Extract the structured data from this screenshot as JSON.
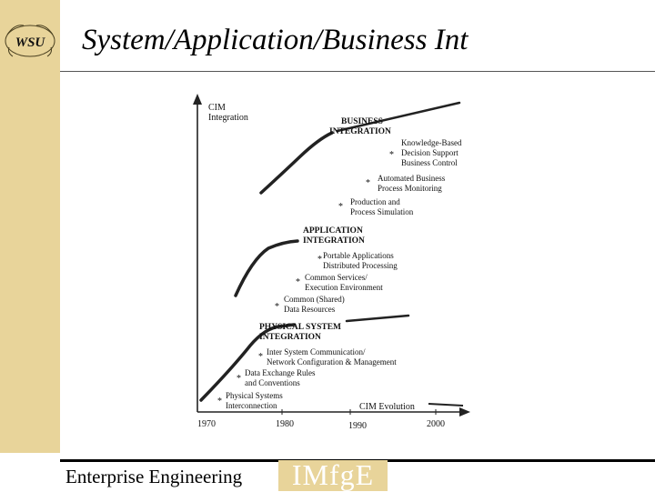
{
  "title": "System/Application/Business Int",
  "logo_text": "WSU",
  "footer": {
    "text": "Enterprise Engineering",
    "logo_text": "IMfgE"
  },
  "diagram": {
    "y_axis_label": [
      "CIM",
      "Integration"
    ],
    "x_axis_label": "CIM Evolution",
    "years": [
      "1970",
      "1980",
      "1990",
      "2000"
    ],
    "phases": [
      {
        "title": [
          "BUSINESS",
          "INTEGRATION"
        ]
      },
      {
        "title": [
          "APPLICATION",
          "INTEGRATION"
        ]
      },
      {
        "title": [
          "PHYSICAL SYSTEM",
          "INTEGRATION"
        ]
      }
    ],
    "items": [
      {
        "lines": [
          "Knowledge-Based",
          "Decision Support",
          "Business Control"
        ]
      },
      {
        "lines": [
          "Automated Business",
          "Process Monitoring"
        ]
      },
      {
        "lines": [
          "Production and",
          "Process Simulation"
        ]
      },
      {
        "lines": [
          "Portable Applications",
          "Distributed Processing"
        ]
      },
      {
        "lines": [
          "Common Services/",
          "Execution Environment"
        ]
      },
      {
        "lines": [
          "Common (Shared)",
          "Data Resources"
        ]
      },
      {
        "lines": [
          "Inter System Communication/",
          "Network Configuration & Management"
        ]
      },
      {
        "lines": [
          "Data Exchange Rules",
          "and Conventions"
        ]
      },
      {
        "lines": [
          "Physical Systems",
          "Interconnection"
        ]
      }
    ]
  }
}
